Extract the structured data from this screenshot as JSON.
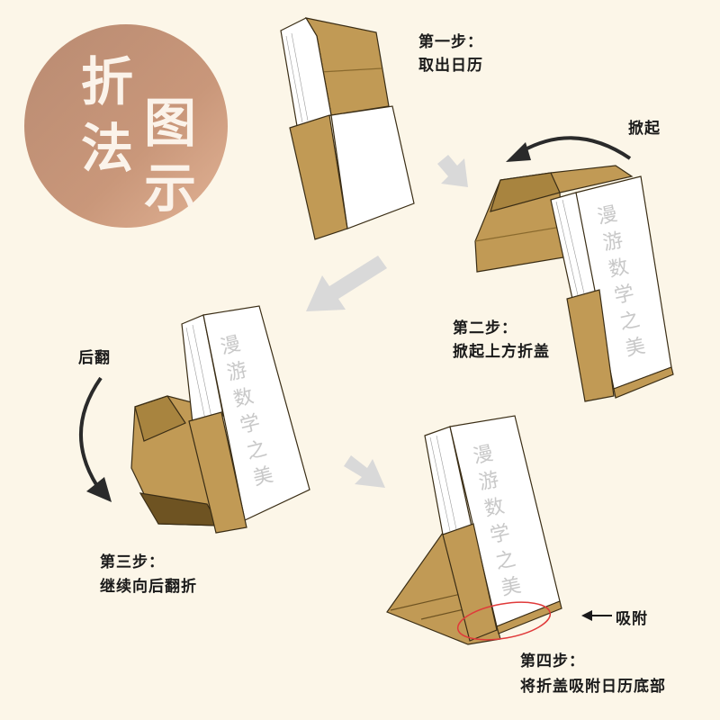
{
  "title": {
    "chars": [
      "折",
      "法",
      "图",
      "示"
    ]
  },
  "calendar_cover_title": "漫游数学之美",
  "steps": [
    {
      "heading": "第一步：",
      "text": "取出日历"
    },
    {
      "heading": "第二步：",
      "text": "掀起上方折盖"
    },
    {
      "heading": "第三步：",
      "text": "继续向后翻折"
    },
    {
      "heading": "第四步：",
      "text": "将折盖吸附日历底部"
    }
  ],
  "annotations": {
    "lift": "掀起",
    "flip_back": "后翻",
    "attach": "吸附"
  },
  "colors": {
    "background": "#fcf6e8",
    "gold": "#c19a55",
    "gold_dark": "#8a6a2e",
    "circle": "#c9977a",
    "highlight": "#e03a3a",
    "arrow_gray": "#d9d9d9"
  }
}
